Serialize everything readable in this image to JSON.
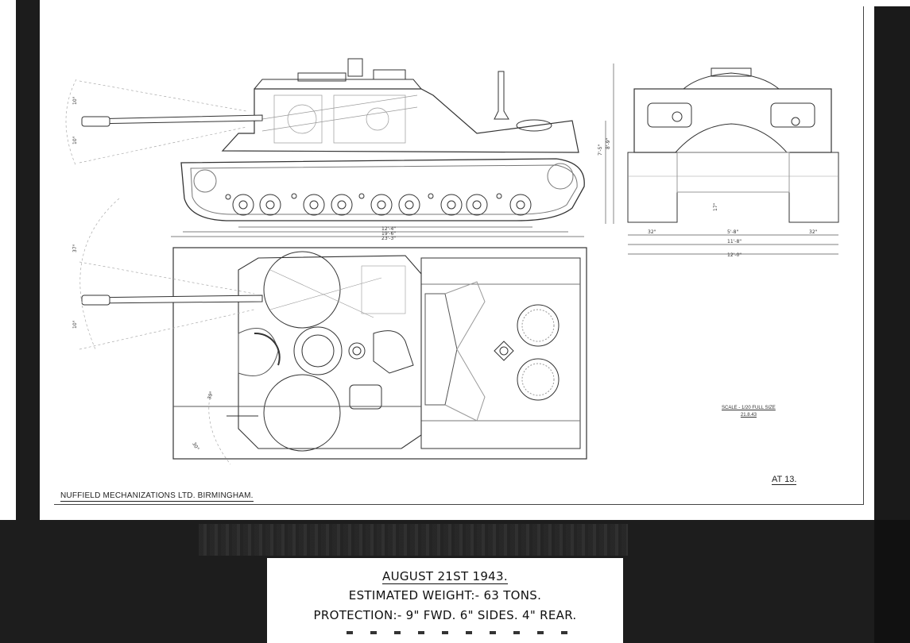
{
  "drawing": {
    "company": "NUFFIELD MECHANIZATIONS LTD. BIRMINGHAM.",
    "sheet_number": "AT 13.",
    "scale_note": [
      "SCALE - 1/20 FULL SIZE",
      "21.8.43"
    ],
    "dimensions": {
      "len_a": "12'-4\"",
      "len_b": "19'-6\"",
      "len_c": "23'-3\"",
      "height_a": "7'-5\"",
      "height_b": "8'-9\"",
      "track_left": "32\"",
      "track_mid": "5'-8\"",
      "track_right": "32\"",
      "width_a": "11'-8\"",
      "width_b": "12'-0\"",
      "clearance": "17\"",
      "gun_elev_top": "10°",
      "gun_elev_bottom": "10°",
      "traverse_a": "37°",
      "traverse_b": "10°",
      "traverse_c": "30°",
      "traverse_d": "30°"
    }
  },
  "caption": {
    "line1": "AUGUST 21ST 1943.",
    "line2": "ESTIMATED WEIGHT:- 63 TONS.",
    "line3": "PROTECTION:- 9\" FWD. 6\" SIDES. 4\" REAR."
  }
}
